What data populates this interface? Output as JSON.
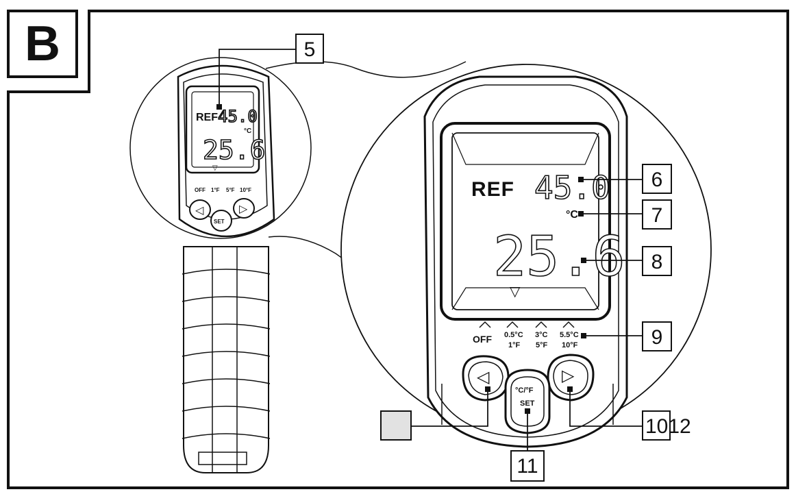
{
  "panel_letter": "B",
  "callouts": {
    "c5": "5",
    "c6": "6",
    "c7": "7",
    "c8": "8",
    "c9": "9",
    "c10_12": "1012",
    "c11": "11",
    "c_unlabeled": ""
  },
  "display": {
    "ref_label": "REF",
    "ref_value": "45.0",
    "unit": "°C",
    "reading": "25.6",
    "marker": "▽"
  },
  "emissivity_scale": [
    "OFF",
    "0.5°C\n1°F",
    "3°C\n5°F",
    "5.5°C\n10°F"
  ],
  "buttons": {
    "left_icon": "◁",
    "right_icon": "▷",
    "center_top": "°C/°F",
    "center_bottom": "SET"
  },
  "small_scale": [
    "OFF",
    "1°F",
    "5°F",
    "10°F"
  ]
}
